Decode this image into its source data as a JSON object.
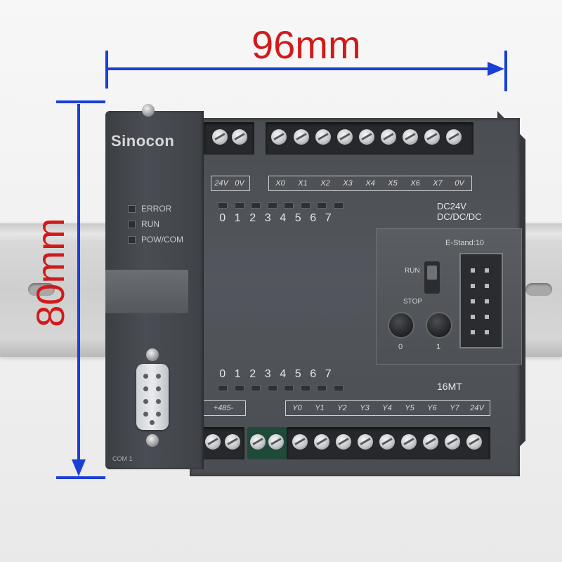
{
  "dimensions": {
    "width_label": "96mm",
    "height_label": "80mm",
    "arrow_color": "#1a3fd6",
    "text_color": "#d11a1a"
  },
  "plc": {
    "brand": "Sinocon",
    "status_leds": [
      {
        "label": "ERROR"
      },
      {
        "label": "RUN"
      },
      {
        "label": "POW/COM"
      }
    ],
    "spec_lines": [
      "DC24V",
      "DC/DC/DC"
    ],
    "model": "16MT",
    "estand_label": "E-Stand:10",
    "run_label": "RUN",
    "stop_label": "STOP",
    "pot_labels": [
      "0",
      "1"
    ],
    "com_label": "COM 1",
    "input_header": "X0",
    "output_header": "Y0",
    "io_numbers": [
      "0",
      "1",
      "2",
      "3",
      "4",
      "5",
      "6",
      "7"
    ],
    "top_power_labels": [
      "24V",
      "0V"
    ],
    "top_input_labels": [
      "X0",
      "X1",
      "X2",
      "X3",
      "X4",
      "X5",
      "X6",
      "X7",
      "0V"
    ],
    "bottom_comm_label": "+485-",
    "bottom_output_labels": [
      "Y0",
      "Y1",
      "Y2",
      "Y3",
      "Y4",
      "Y5",
      "Y6",
      "Y7",
      "24V"
    ]
  }
}
